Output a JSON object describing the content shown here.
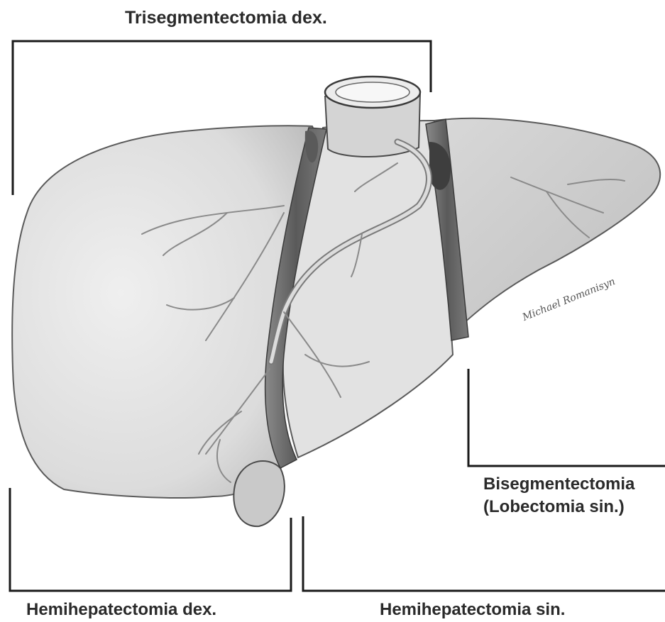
{
  "labels": {
    "top": "Trisegmentectomia dex.",
    "right_line1": "Bisegmentectomia",
    "right_line2": "(Lobectomia sin.)",
    "bottom_left": "Hemihepatectomia dex.",
    "bottom_right": "Hemihepatectomia sin."
  },
  "signature": "Michael Romanisyn",
  "colors": {
    "bracket": "#1a1a1a",
    "liver_fill": "#e4e4e4",
    "liver_stroke": "#5a5a5a",
    "resection_band": "#6e6e6e",
    "vessel": "#8a8a8a"
  }
}
